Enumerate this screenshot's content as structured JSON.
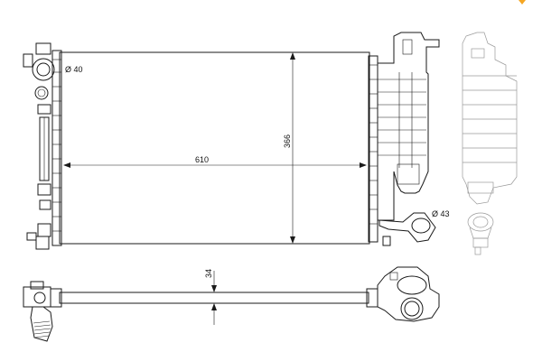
{
  "dimensions": {
    "width": "610",
    "height": "366",
    "thickness": "34",
    "inlet_diameter": "Ø 40",
    "outlet_diameter": "Ø 43"
  },
  "colors": {
    "line": "#1a1a1a",
    "secondary_line": "#9a9a9a",
    "background": "#ffffff",
    "accent_mark": "#f5a623"
  }
}
